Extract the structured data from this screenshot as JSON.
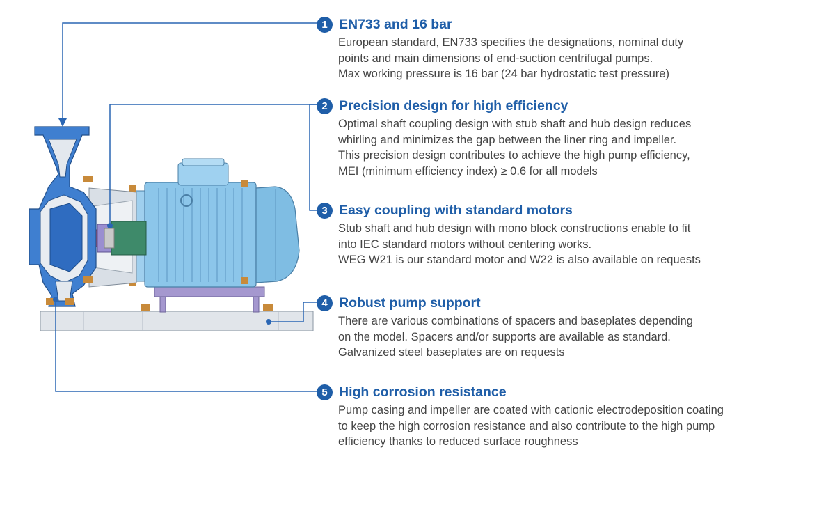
{
  "colors": {
    "accent": "#1f5ea8",
    "motor_blue": "#7fbde3",
    "pump_blue": "#3f7fd0",
    "text": "#444444"
  },
  "features": [
    {
      "number": "1",
      "title": "EN733 and 16 bar",
      "lines": [
        "European standard, EN733 specifies the designations, nominal duty",
        "points and main dimensions of end-suction centrifugal pumps.",
        "Max working pressure is 16 bar (24 bar hydrostatic test pressure)"
      ]
    },
    {
      "number": "2",
      "title": "Precision design for high efficiency",
      "lines": [
        "Optimal shaft coupling design with stub shaft and hub design reduces",
        "whirling and minimizes the gap between the liner ring and impeller.",
        "This precision design contributes to achieve the high pump efficiency,",
        "MEI (minimum efficiency index) ≥ 0.6 for all models"
      ]
    },
    {
      "number": "3",
      "title": "Easy coupling with standard motors",
      "lines": [
        "Stub shaft and hub design with mono block constructions enable to fit",
        "into IEC standard motors without centering works.",
        "WEG W21 is our standard motor and W22 is also available on requests"
      ]
    },
    {
      "number": "4",
      "title": "Robust pump support",
      "lines": [
        "There are various combinations of spacers and baseplates depending",
        "on the model. Spacers and/or supports are available as standard.",
        "Galvanized steel baseplates are on requests"
      ]
    },
    {
      "number": "5",
      "title": "High corrosion resistance",
      "lines": [
        "Pump casing and impeller are coated with cationic electrodeposition coating",
        "to keep the high corrosion resistance and also contribute to the high pump",
        "efficiency thanks to reduced surface roughness"
      ]
    }
  ]
}
